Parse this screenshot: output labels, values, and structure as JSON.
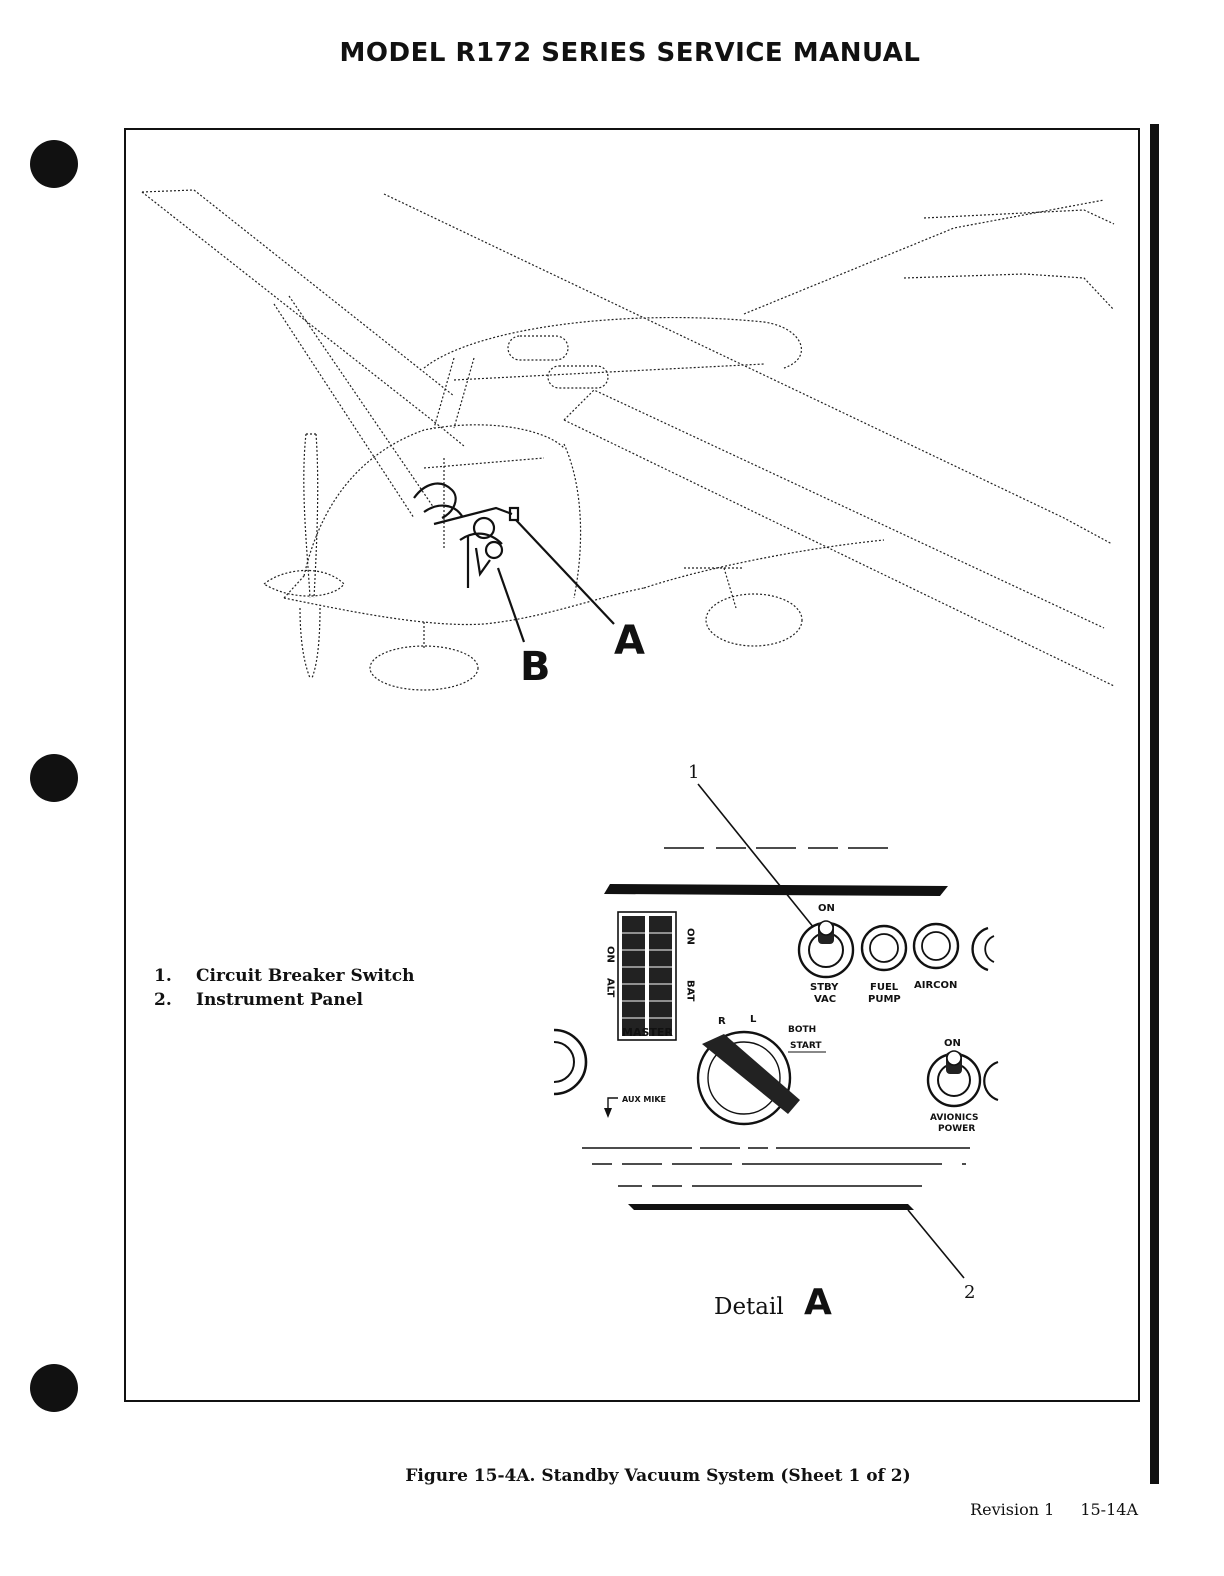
{
  "header": {
    "title": "MODEL R172 SERIES SERVICE MANUAL"
  },
  "callouts": {
    "a": "A",
    "b": "B",
    "item_1": "1",
    "item_2": "2",
    "detail_word": "Detail",
    "detail_letter": "A"
  },
  "panel_labels": {
    "on_left": "ON",
    "alt": "ALT",
    "on_right": "ON",
    "bat": "BAT",
    "master": "MASTER",
    "toggle_on": "ON",
    "stby": "STBY",
    "vac": "VAC",
    "fuel": "FUEL",
    "pump": "PUMP",
    "aircon": "AIRCON",
    "avionics_on": "ON",
    "avionics": "AVIONICS",
    "power": "POWER",
    "aux_mike": "AUX MIKE",
    "key_r": "R",
    "key_l": "L",
    "both": "BOTH",
    "start": "START"
  },
  "legend": {
    "items": [
      {
        "num": "1.",
        "label": "Circuit Breaker Switch"
      },
      {
        "num": "2.",
        "label": "Instrument Panel"
      }
    ]
  },
  "caption": "Figure 15-4A. Standby Vacuum System (Sheet 1 of 2)",
  "footer": {
    "revision": "Revision 1",
    "page": "15-14A"
  }
}
